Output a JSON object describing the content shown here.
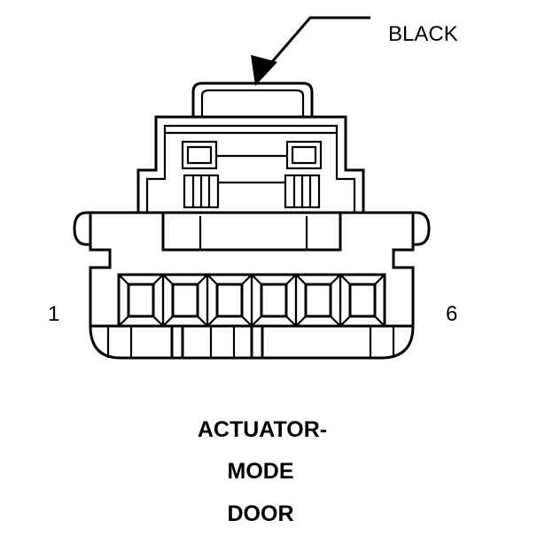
{
  "callout": {
    "wire_color": "BLACK"
  },
  "pins": {
    "first": "1",
    "last": "6"
  },
  "caption": {
    "line1": "ACTUATOR-",
    "line2": "MODE",
    "line3": "DOOR"
  }
}
